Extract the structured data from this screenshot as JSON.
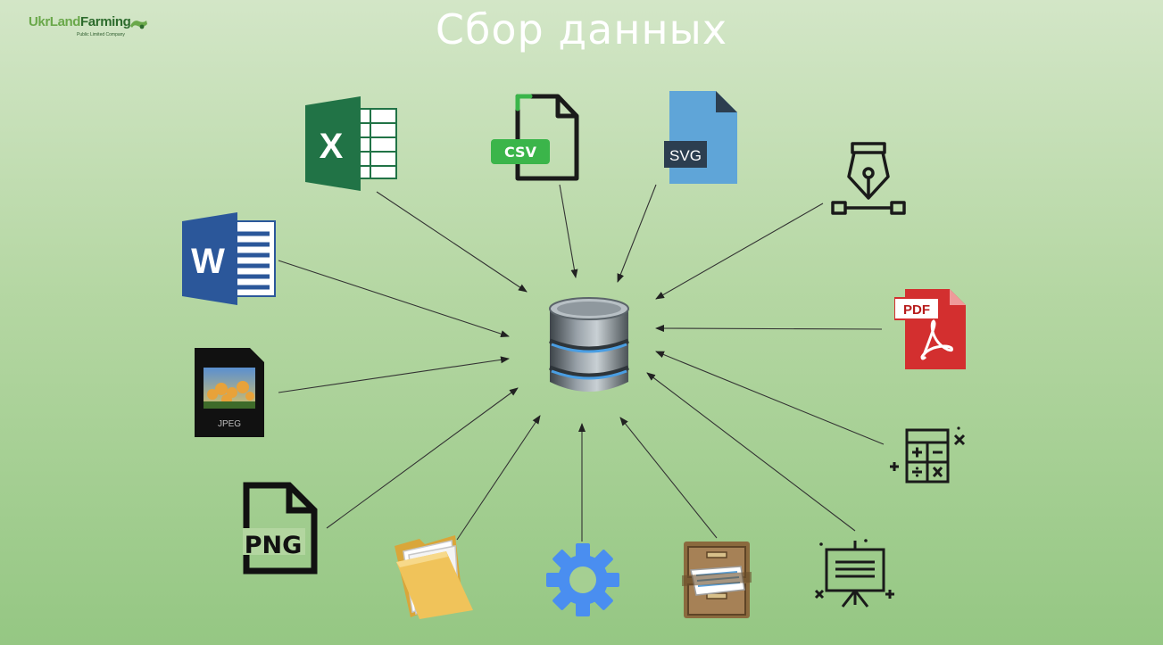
{
  "title": "Сбор данных",
  "logo": {
    "name_part1": "UkrLand",
    "name_part2": "Farming",
    "subtitle": "Public Limited Company"
  },
  "icons": {
    "excel": {
      "glyph": "X"
    },
    "csv": {
      "label": "CSV"
    },
    "svg": {
      "label": "SVG"
    },
    "word": {
      "glyph": "W"
    },
    "pdf": {
      "label": "PDF"
    },
    "jpeg": {
      "label": "JPEG"
    },
    "png": {
      "label": "PNG"
    }
  },
  "colors": {
    "excel": "#217346",
    "word": "#2b579a",
    "csv": "#3bb54a",
    "svg": "#5fa5d8",
    "pdf": "#d32f2f",
    "gear": "#4a8ef0",
    "folder": "#f0c35a",
    "database": "#7f8c96"
  }
}
